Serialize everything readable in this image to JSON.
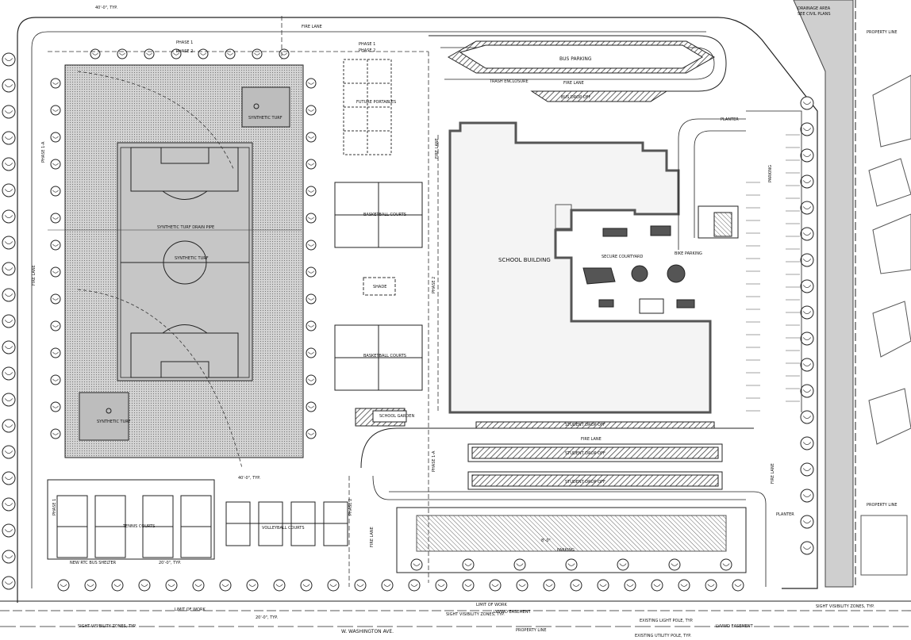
{
  "labels": {
    "drainage_area": "DRAINAGE AREA",
    "see_civil_plans": "SEE CIVIL PLANS",
    "property_line": "PROPERTY LINE",
    "fire_lane": "FIRE LANE",
    "phase_1": "PHASE 1",
    "phase_2": "PHASE 2",
    "phase_1a": "PHASE 1-A",
    "dim_40_0_typ": "40'-0\", TYP.",
    "dim_20_0_typ": "20'-0\", TYP.",
    "dim_8_0": "8'-0\"",
    "bus_parking": "BUS PARKING",
    "trash_enclosure": "TRASH ENCLOSURE",
    "bus_drop_off": "BUS DROP OFF",
    "future_portables": "FUTURE PORTABLES",
    "synthetic_turf": "SYNTHETIC TURF",
    "synthetic_turf_drain_pipe": "SYNTHETIC TURF DRAIN PIPE",
    "basketball_courts": "BASKETBALL COURTS",
    "shade": "SHADE",
    "school_building": "SCHOOL BUILDING",
    "secure_courtyard": "SECURE COURTYARD",
    "bike_parking": "BIKE PARKING",
    "parking": "PARKING",
    "planter": "PLANTER",
    "school_garden": "SCHOOL GARDEN",
    "student_drop_off": "STUDENT DROP OFF",
    "tennis_courts": "TENNIS COURTS",
    "volleyball_courts": "VOLLEYBALL COURTS",
    "new_rtc_bus_shelter": "NEW RTC BUS SHELTER",
    "sight_visibility_zones_typ": "SIGHT VISIBILITY ZONES, TYP.",
    "w_washington_ave": "W. WASHINGTON AVE.",
    "lvvwd_easement": "LVVWD EASEMENT",
    "existing_light_pole": "EXISTING LIGHT POLE, TYP.",
    "existing_utility_pole": "EXISTING UTILITY POLE, TYP.",
    "limit_of_work": "LIMIT OF WORK"
  },
  "colors": {
    "line": "#222222",
    "turf_fill": "#c9c9c9",
    "hatch": "#555555",
    "building_fill": "#f2f2f2"
  }
}
